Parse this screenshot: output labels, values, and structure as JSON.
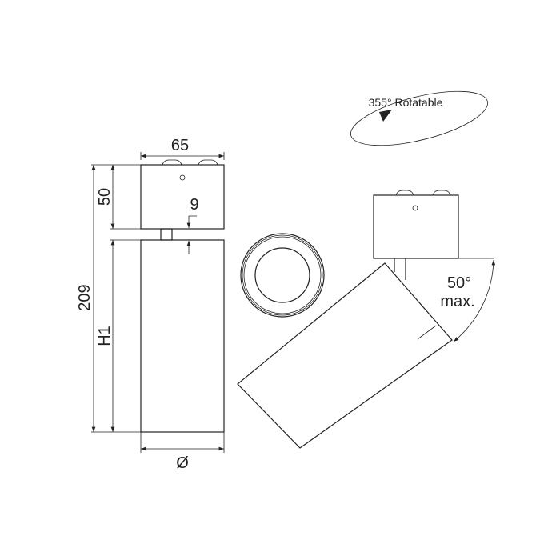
{
  "dimensions": {
    "width": "65",
    "head_height": "50",
    "total_height": "209",
    "body_height": "H1",
    "gap": "9",
    "diameter": "Ø"
  },
  "annotations": {
    "rotation": "355° Rotatable",
    "tilt_angle": "50°",
    "tilt_suffix": "max."
  }
}
